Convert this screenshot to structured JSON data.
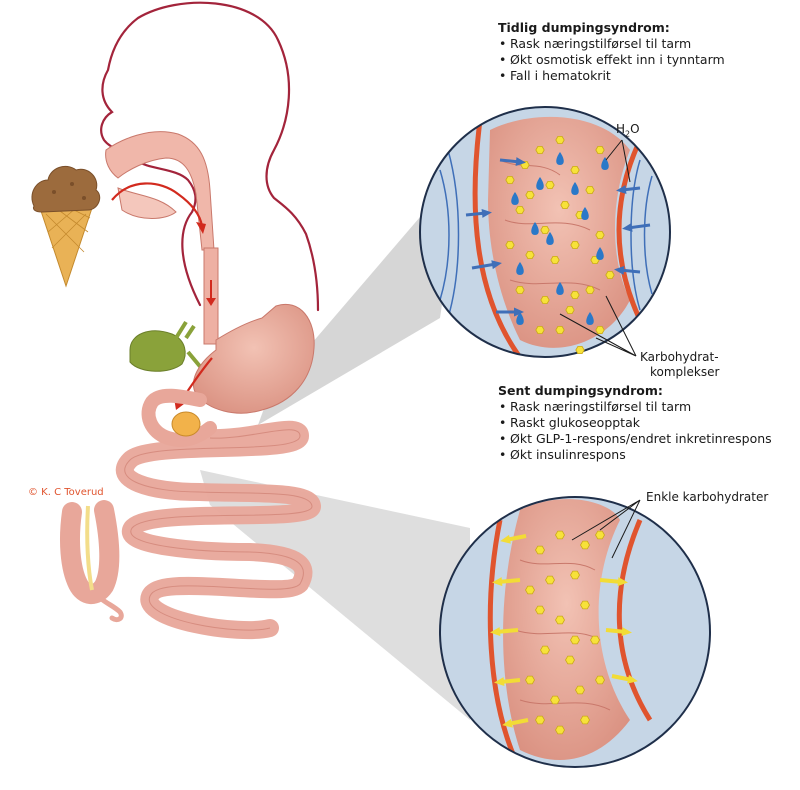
{
  "early": {
    "heading": "Tidlig dumpingsyndrom:",
    "items": [
      {
        "text": "Rask næringstilførsel til tarm"
      },
      {
        "text": "Økt osmotisk effekt inn i tynntarm"
      },
      {
        "text": "Fall i hematokrit"
      }
    ]
  },
  "late": {
    "heading": "Sent dumpingsyndrom:",
    "items": [
      {
        "text": "Rask næringstilførsel til tarm"
      },
      {
        "text": "Raskt glukoseopptak"
      },
      {
        "text": "Økt GLP-1-respons/endret inkretinrespons"
      },
      {
        "text": "Økt insulinrespons"
      }
    ]
  },
  "labels": {
    "water": "H",
    "water_sub": "2",
    "water_tail": "O",
    "complex_line1": "Karbohydrat-",
    "complex_line2": "komplekser",
    "simple": "Enkle karbohydrater"
  },
  "credit": "© K. C Toverud",
  "colors": {
    "outline": "#a3243b",
    "tissue": "#e8a79a",
    "tissue_dark": "#c9786b",
    "wall": "#e0542e",
    "lumen_bg": "#c6d6e6",
    "sugar": "#f7e23a",
    "water": "#2a78c8",
    "blue_arrow": "#3f6fb8",
    "yellow_arrow": "#f2dc36",
    "cone": "#e9b256",
    "scoop": "#9c6b3d",
    "gallbladder": "#8aa23a",
    "funnel": "#cccccc"
  }
}
